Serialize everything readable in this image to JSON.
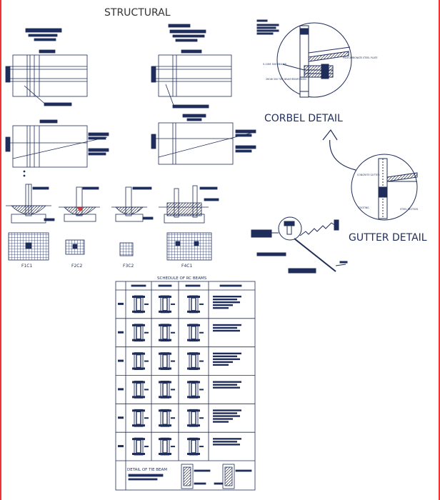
{
  "title": "STRUCTURAL",
  "corbel": {
    "label": "CORBEL DETAIL",
    "note_a": "5-10M 300 BEAMS",
    "note_b": "2ROW 300 TIES BEAM REINFORCED",
    "note_c": "POLYCARBONATE STEEL PLATE"
  },
  "gutter": {
    "label": "GUTTER DETAIL",
    "note_a": "CONCRETE GUTTER",
    "note_b": "FOOTING",
    "note_c": "STEEL SECTION"
  },
  "footings": {
    "f1": "F1C1",
    "f2": "F2C2",
    "f3": "F3C2",
    "f4": "F4C1"
  },
  "schedule": {
    "title": "SCHEDULE OF RC BEAMS",
    "rows": 6,
    "tie_beam": "DETAIL OF TIE BEAM"
  },
  "colors": {
    "ink": "#1f2d5a",
    "accent": "#e23a3a",
    "frame": "#e33"
  }
}
